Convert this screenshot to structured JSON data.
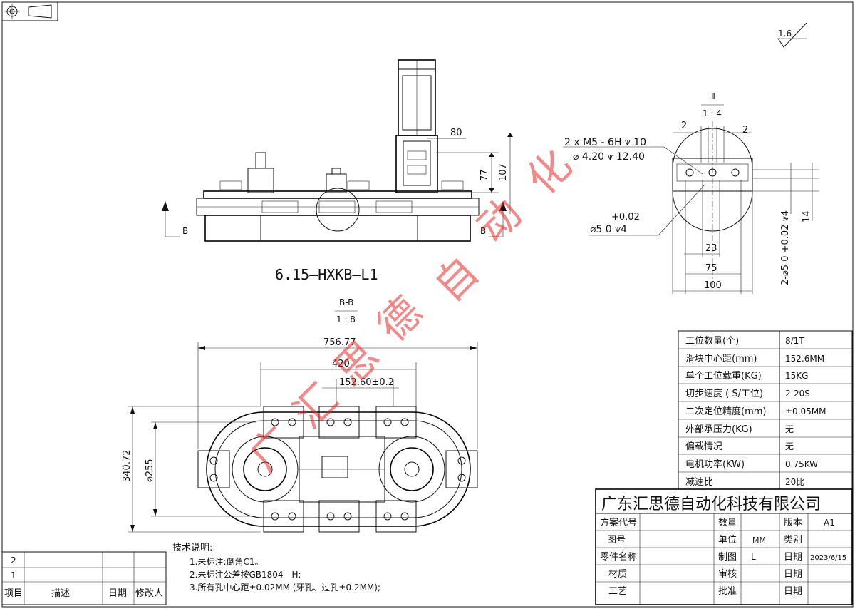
{
  "projection_symbol": {
    "icon": "first-angle-projection-icon"
  },
  "surface_finish": "1.6",
  "detail_view": {
    "label": "Ⅱ",
    "scale": "1 : 4"
  },
  "section_view": {
    "label": "B-B",
    "scale": "1 : 8"
  },
  "section_marker": "B",
  "front_view": {
    "title": "6.15—HXKB—L1"
  },
  "dimensions": {
    "d80": "80",
    "d77": "77",
    "d107": "107",
    "hole_callout_1": "2 x  M5 - 6H ⩛ 10",
    "hole_callout_2": "⌀ 4.20 ⩛ 12.40",
    "pin_tol": "+0.02",
    "pin_callout": "⌀5   0   ⩛4",
    "d2_left": "2",
    "d2_right": "2",
    "d23": "23",
    "d75": "75",
    "d100": "100",
    "d14": "14",
    "side_pin_callout": "2-⌀5  0  +0.02  ⩛4",
    "d756": "756.77",
    "d420": "420",
    "d152": "152.60±0.2",
    "d340": "340.72",
    "d255": "⌀255"
  },
  "spec_table": [
    {
      "label": "工位数量(个)",
      "value": "8/1T"
    },
    {
      "label": "滑块中心距(mm)",
      "value": "152.6MM"
    },
    {
      "label": "单个工位载重(KG)",
      "value": "15KG"
    },
    {
      "label": "切步速度 ( S/工位)",
      "value": "2-20S"
    },
    {
      "label": "二次定位精度(mm)",
      "value": "±0.05MM"
    },
    {
      "label": "外部承压力(KG)",
      "value": "无"
    },
    {
      "label": "偏载情况",
      "value": "无"
    },
    {
      "label": "电机功率(KW)",
      "value": "0.75KW"
    },
    {
      "label": "减速比",
      "value": "20比"
    }
  ],
  "title_block": {
    "company": "广东汇思德自动化科技有限公司",
    "scheme_code": "方案代号",
    "drawing_no": "图号",
    "part_name": "零件名称",
    "material": "材质",
    "process": "工艺",
    "quantity": "数量",
    "unit": "单位",
    "unit_value": "MM",
    "drafter": "制图",
    "drafter_value": "L",
    "checker": "审核",
    "approver": "批准",
    "version": "版本",
    "version_value": "A1",
    "category": "类别",
    "date": "日期",
    "date_value": "2023/6/15",
    "date2": "日期",
    "date3": "日期"
  },
  "revision_table": {
    "rows": [
      "2",
      "1"
    ],
    "headers": [
      "项目",
      "描述",
      "日期",
      "修改人"
    ]
  },
  "tech_notes": {
    "title": "技术说明:",
    "items": [
      "1.未标注:倒角C1。",
      "2.未标注公差按GB1804—H;",
      "3.所有孔中心距±0.02MM (牙孔、过孔±0.2MM);"
    ]
  },
  "watermark": [
    "广",
    "汇",
    "思",
    "德",
    "自",
    "动",
    "化"
  ]
}
